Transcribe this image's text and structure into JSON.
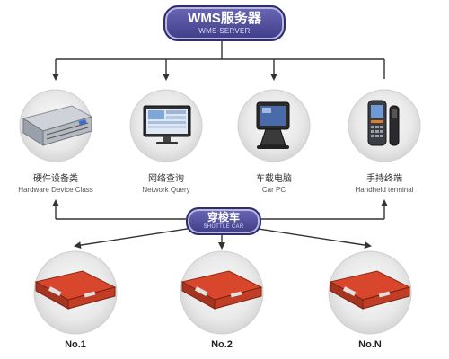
{
  "server": {
    "title": "WMS服务器",
    "subtitle": "WMS SERVER"
  },
  "devices": [
    {
      "cn": "硬件设备类",
      "en": "Hardware Device Class",
      "icon": "server-rack-icon"
    },
    {
      "cn": "网络查询",
      "en": "Network Query",
      "icon": "desktop-monitor-icon"
    },
    {
      "cn": "车载电脑",
      "en": "Car PC",
      "icon": "touch-terminal-icon"
    },
    {
      "cn": "手持终端",
      "en": "Handheld terminal",
      "icon": "handheld-scanner-icon"
    }
  ],
  "shuttle": {
    "title": "穿梭车",
    "subtitle": "SHUTTLE CAR"
  },
  "cars": [
    {
      "label": "No.1",
      "icon": "shuttle-car-icon"
    },
    {
      "label": "No.2",
      "icon": "shuttle-car-icon"
    },
    {
      "label": "No.N",
      "icon": "shuttle-car-icon"
    }
  ],
  "colors": {
    "pill": "#4b4a9a",
    "circle": "#e6e6e6",
    "arrow": "#333333",
    "car": "#d8472b"
  }
}
